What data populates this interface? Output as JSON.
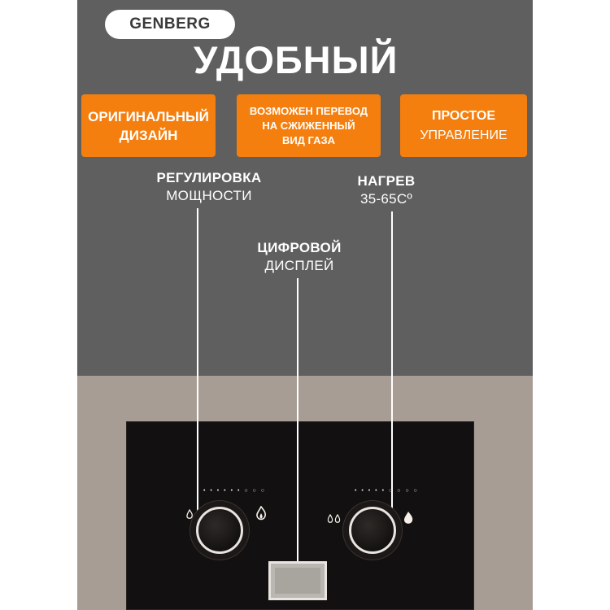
{
  "brand": {
    "logo_text": "GENBERG"
  },
  "headline": "УДОБНЫЙ",
  "features": [
    {
      "lines": [
        "ОРИГИНАЛЬНЫЙ",
        "ДИЗАЙН"
      ]
    },
    {
      "lines": [
        "ВОЗМОЖЕН ПЕРЕВОД",
        "НА СЖИЖЕННЫЙ",
        "ВИД ГАЗА"
      ]
    },
    {
      "lines": [
        "ПРОСТОЕ",
        "УПРАВЛЕНИЕ"
      ]
    }
  ],
  "callouts": {
    "power": {
      "title": "РЕГУЛИРОВКА",
      "subtitle": "МОЩНОСТИ"
    },
    "heating": {
      "title": "НАГРЕВ",
      "subtitle": "35-65Cº"
    },
    "display": {
      "title": "ЦИФРОВОЙ",
      "subtitle": "ДИСПЛЕЙ"
    }
  },
  "icons": {
    "power_low": "flame-small-icon",
    "power_high": "flame-large-icon",
    "heat_low": "water-drops-icon",
    "heat_high": "water-drop-large-icon"
  },
  "colors": {
    "upper_background": "#5f5f5f",
    "lower_background": "#a79d95",
    "feature_box": "#f57f0e",
    "device": "#121010",
    "text": "#ffffff"
  }
}
